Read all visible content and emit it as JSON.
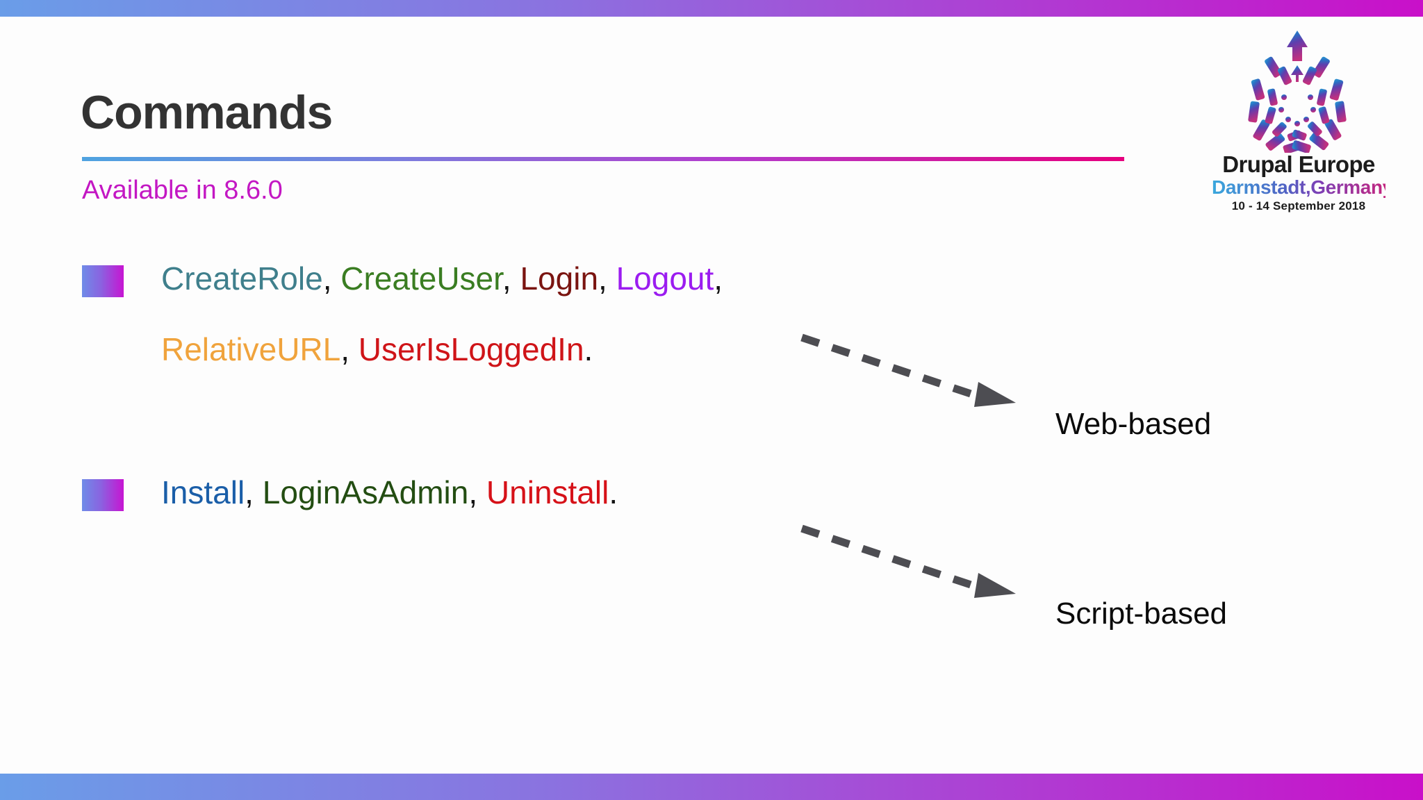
{
  "slide": {
    "title": "Commands",
    "subtitle": "Available in 8.6.0",
    "background_color": "#fdfdfd",
    "accent_gradient_start": "#6a9de8",
    "accent_gradient_end": "#c910c9"
  },
  "bullets": [
    {
      "bullet_name": "web-based-commands",
      "lines": [
        {
          "tokens": [
            {
              "text": "CreateRole",
              "color": "#3f7f8c"
            },
            {
              "text": ", ",
              "color": "#111111"
            },
            {
              "text": "CreateUser",
              "color": "#3a7d22"
            },
            {
              "text": ", ",
              "color": "#111111"
            },
            {
              "text": "Login",
              "color": "#7a1410"
            },
            {
              "text": ", ",
              "color": "#111111"
            },
            {
              "text": "Logout",
              "color": "#9b1cf0"
            },
            {
              "text": ",",
              "color": "#111111"
            }
          ]
        },
        {
          "tokens": [
            {
              "text": "RelativeURL",
              "color": "#f0a33c"
            },
            {
              "text": ", ",
              "color": "#111111"
            },
            {
              "text": "UserIsLoggedIn",
              "color": "#cf1418"
            },
            {
              "text": ".",
              "color": "#111111"
            }
          ]
        }
      ]
    },
    {
      "bullet_name": "script-based-commands",
      "lines": [
        {
          "tokens": [
            {
              "text": "Install",
              "color": "#1a5ea8"
            },
            {
              "text": ", ",
              "color": "#111111"
            },
            {
              "text": "LoginAsAdmin",
              "color": "#234d12"
            },
            {
              "text": ", ",
              "color": "#111111"
            },
            {
              "text": "Uninstall",
              "color": "#d61118"
            },
            {
              "text": ".",
              "color": "#111111"
            }
          ]
        }
      ]
    }
  ],
  "annotations": [
    {
      "id": "web-based",
      "label": "Web-based",
      "arrow": "dashed-arrow-down-right",
      "color": "#4d4d52"
    },
    {
      "id": "script-based",
      "label": "Script-based",
      "arrow": "dashed-arrow-down-right",
      "color": "#4d4d52"
    }
  ],
  "logo": {
    "name": "drupal-europe-logo",
    "title": "Drupal Europe",
    "location": "Darmstadt,Germany",
    "dates": "10 - 14 September 2018",
    "mark": "drupal-droplet-icon"
  }
}
